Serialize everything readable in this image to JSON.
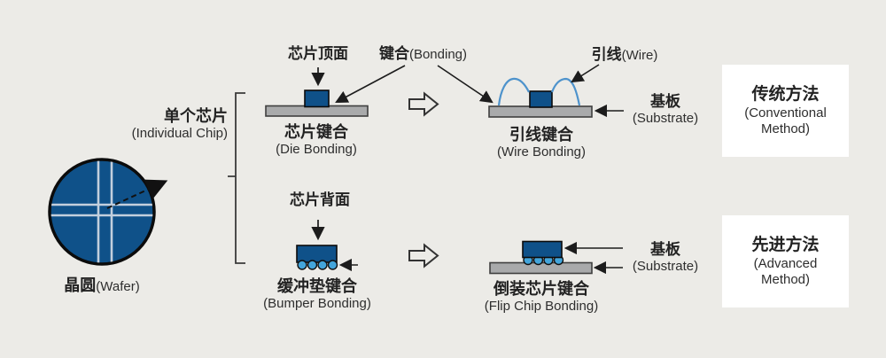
{
  "colors": {
    "background": "#ecebe7",
    "chip_navy": "#0f5189",
    "substrate_gray": "#a9aaab",
    "bump_blue": "#43a5db",
    "wire_blue": "#4e93cc",
    "line_dark": "#222222",
    "method_box_bg": "#ffffff",
    "text": "#2a2a2a"
  },
  "wafer": {
    "label_zh": "晶圆",
    "label_en": "(Wafer)"
  },
  "individual_chip": {
    "label_zh": "单个芯片",
    "label_en": "(Individual Chip)"
  },
  "top_row": {
    "chip_top_label": "芯片顶面",
    "bonding_label_zh": "键合",
    "bonding_label_en": "(Bonding)",
    "die_bonding": {
      "label_zh": "芯片键合",
      "label_en": "(Die Bonding)"
    },
    "wire_label_zh": "引线",
    "wire_label_en": "(Wire)",
    "wire_bonding": {
      "label_zh": "引线键合",
      "label_en": "(Wire Bonding)"
    },
    "substrate": {
      "label_zh": "基板",
      "label_en": "(Substrate)"
    },
    "method_box": {
      "line1": "传统方法",
      "line2": "(Conventional",
      "line3": "Method)"
    }
  },
  "bottom_row": {
    "chip_back_label": "芯片背面",
    "bumper_bonding": {
      "label_zh": "缓冲垫键合",
      "label_en": "(Bumper Bonding)"
    },
    "flip_chip_bonding": {
      "label_zh": "倒装芯片键合",
      "label_en": "(Flip Chip Bonding)"
    },
    "substrate": {
      "label_zh": "基板",
      "label_en": "(Substrate)"
    },
    "method_box": {
      "line1": "先进方法",
      "line2": "(Advanced",
      "line3": "Method)"
    }
  }
}
